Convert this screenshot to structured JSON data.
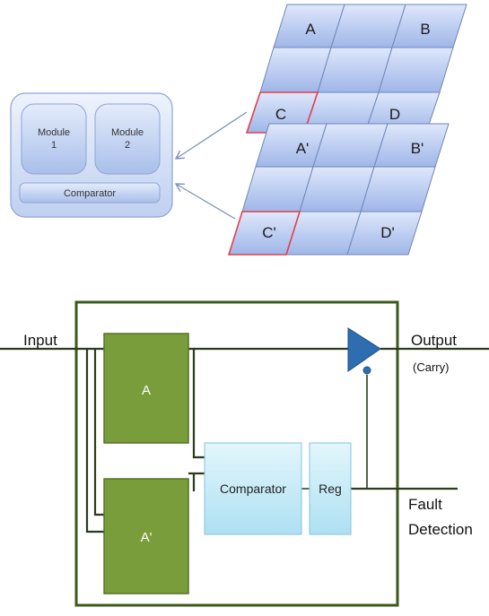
{
  "top_diagram": {
    "grid1_labels": {
      "a": "A",
      "b": "B",
      "c": "C",
      "d": "D"
    },
    "grid2_labels": {
      "a": "A'",
      "b": "B'",
      "c": "C'",
      "d": "D'"
    },
    "module_box": {
      "module1": [
        "Module",
        "1"
      ],
      "module2": [
        "Module",
        "2"
      ],
      "comparator": "Comparator"
    },
    "colors": {
      "cell": "#b9cbf1",
      "highlight": "#e0404a",
      "arrow": "#8193b8"
    }
  },
  "bottom_diagram": {
    "input_label": "Input",
    "output_label": "Output",
    "carry_label": "(Carry)",
    "fault_label": [
      "Fault",
      "Detection"
    ],
    "block_a": "A",
    "block_a_prime": "A'",
    "comparator": "Comparator",
    "reg": "Reg",
    "colors": {
      "green_block": "#7a9d3c",
      "frame": "#3b5a1a",
      "cyan_block": "#c7ecf8",
      "buffer": "#2e6db0"
    }
  }
}
